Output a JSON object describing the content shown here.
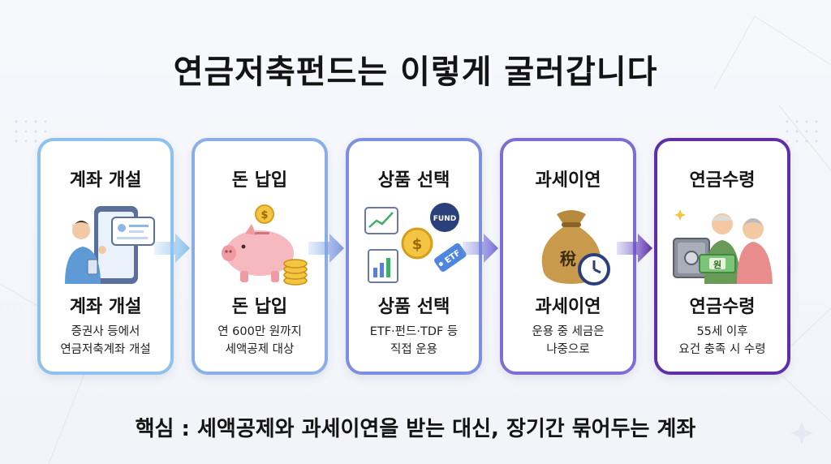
{
  "title": "연금저축펀드는 이렇게 굴러갑니다",
  "steps": [
    {
      "head": "계좌 개설",
      "name": "계좌 개설",
      "desc": [
        "증권사 등에서",
        "연금저축계좌 개설"
      ],
      "color": "#8ec2ee",
      "icon": "person-account-icon"
    },
    {
      "head": "돈 납입",
      "name": "돈 납입",
      "desc": [
        "연 600만 원까지",
        "세액공제 대상"
      ],
      "color": "#8aaee6",
      "icon": "piggy-bank-icon"
    },
    {
      "head": "상품 선택",
      "name": "상품 선택",
      "desc": [
        "ETF·펀드·TDF 등",
        "직접 운용"
      ],
      "color": "#7f8fe0",
      "icon": "investment-products-icon"
    },
    {
      "head": "과세이연",
      "name": "과세이연",
      "desc": [
        "운용 중 세금은",
        "나중으로"
      ],
      "color": "#7d6dd6",
      "icon": "tax-bag-clock-icon"
    },
    {
      "head": "연금수령",
      "name": "연금수령",
      "desc": [
        "55세 이후",
        "요건 충족 시 수령"
      ],
      "color": "#5e2fa8",
      "icon": "retired-couple-safe-icon"
    }
  ],
  "illus_labels": {
    "fund": "FUND",
    "etf": "ETF",
    "tax": "稅",
    "won": "원",
    "dollar": "$"
  },
  "footer": "핵심 : 세액공제와 과세이연을 받는 대신, 장기간 묶어두는 계좌"
}
